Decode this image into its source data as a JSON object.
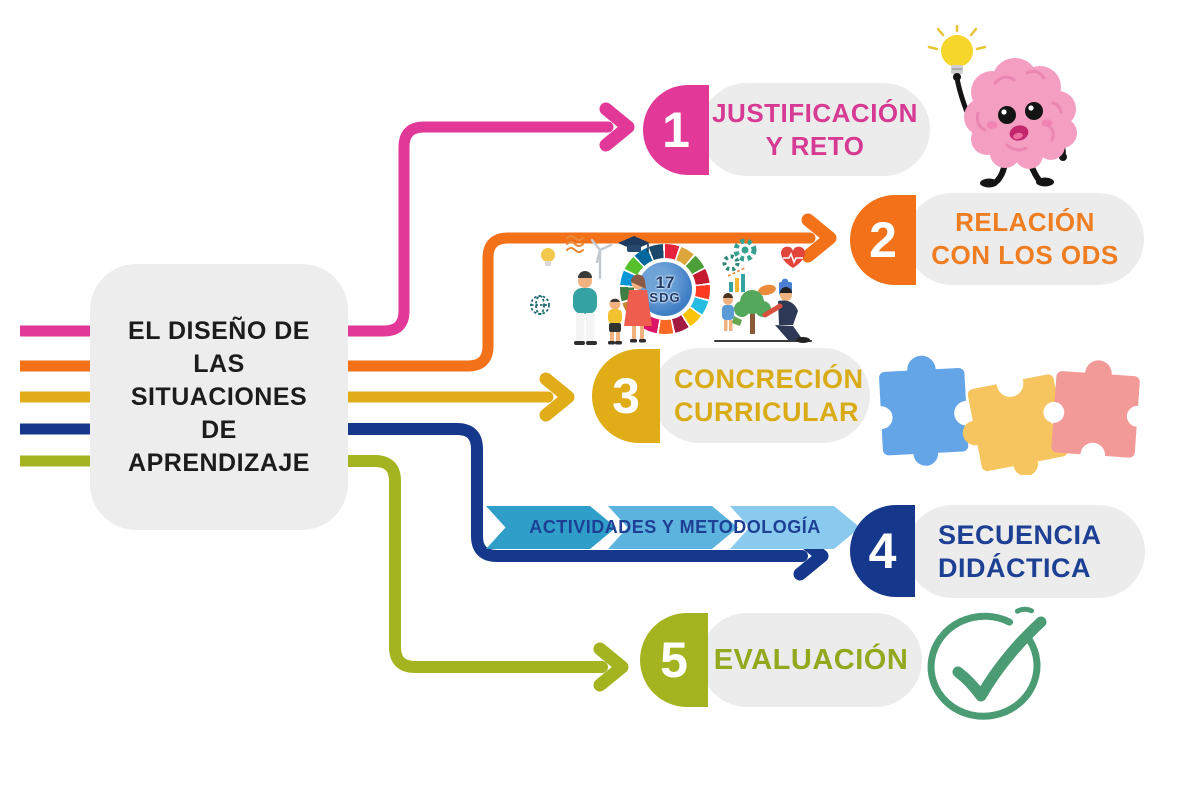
{
  "title": {
    "lines": [
      "EL DISEÑO DE",
      "LAS",
      "SITUACIONES",
      "DE",
      "APRENDIZAJE"
    ]
  },
  "steps": [
    {
      "number": "1",
      "lines": [
        "JUSTIFICACIÓN",
        "Y RETO"
      ]
    },
    {
      "number": "2",
      "lines": [
        "RELACIÓN",
        "CON LOS ODS"
      ]
    },
    {
      "number": "3",
      "lines": [
        "CONCRECIÓN",
        "CURRICULAR"
      ]
    },
    {
      "number": "4",
      "lines": [
        "SECUENCIA",
        "DIDÁCTICA"
      ]
    },
    {
      "number": "5",
      "lines": [
        "EVALUACIÓN"
      ]
    }
  ],
  "banner": {
    "label": "ACTIVIDADES Y METODOLOGÍA"
  },
  "sdg_badge": {
    "line1": "17",
    "line2": "SDG"
  },
  "icons": {
    "brain": "brain-character",
    "lightbulb": "lightbulb-icon",
    "sdg_wheel": "sdg-wheel",
    "puzzle": "puzzle-pieces",
    "check": "check-circle-icon"
  },
  "palette": {
    "pink": "#e23897",
    "pink_text": "#d63a92",
    "orange": "#f37118",
    "orange_text": "#ef7d22",
    "gold": "#e0ad19",
    "gold_text": "#d9ab16",
    "navy": "#16388c",
    "navy_text": "#1d4094",
    "olive": "#a4b420",
    "olive_text": "#93a81d",
    "pill": "#ececec",
    "box": "#ededee",
    "title_text": "#1c1c1c",
    "chev1": "#2f9fc9",
    "chev2": "#5cb4de",
    "chev3": "#8bcaef",
    "chev_text": "#1d4094",
    "check": "#4b9c75",
    "brain_pink": "#f49ec1",
    "bulb": "#f6d62a",
    "pz_blue": "#64a5e8",
    "pz_yellow": "#f6c55f",
    "pz_pink": "#f29a98"
  },
  "sdg_wheel_colors": [
    "#e5243b",
    "#dda63a",
    "#4c9f38",
    "#c5192d",
    "#ff3a21",
    "#26bde2",
    "#fcc30b",
    "#a21942",
    "#fd6925",
    "#dd1367",
    "#fd9d24",
    "#bf8b2e",
    "#3f7e44",
    "#0a97d9",
    "#56c02b",
    "#00689d",
    "#19486a"
  ]
}
